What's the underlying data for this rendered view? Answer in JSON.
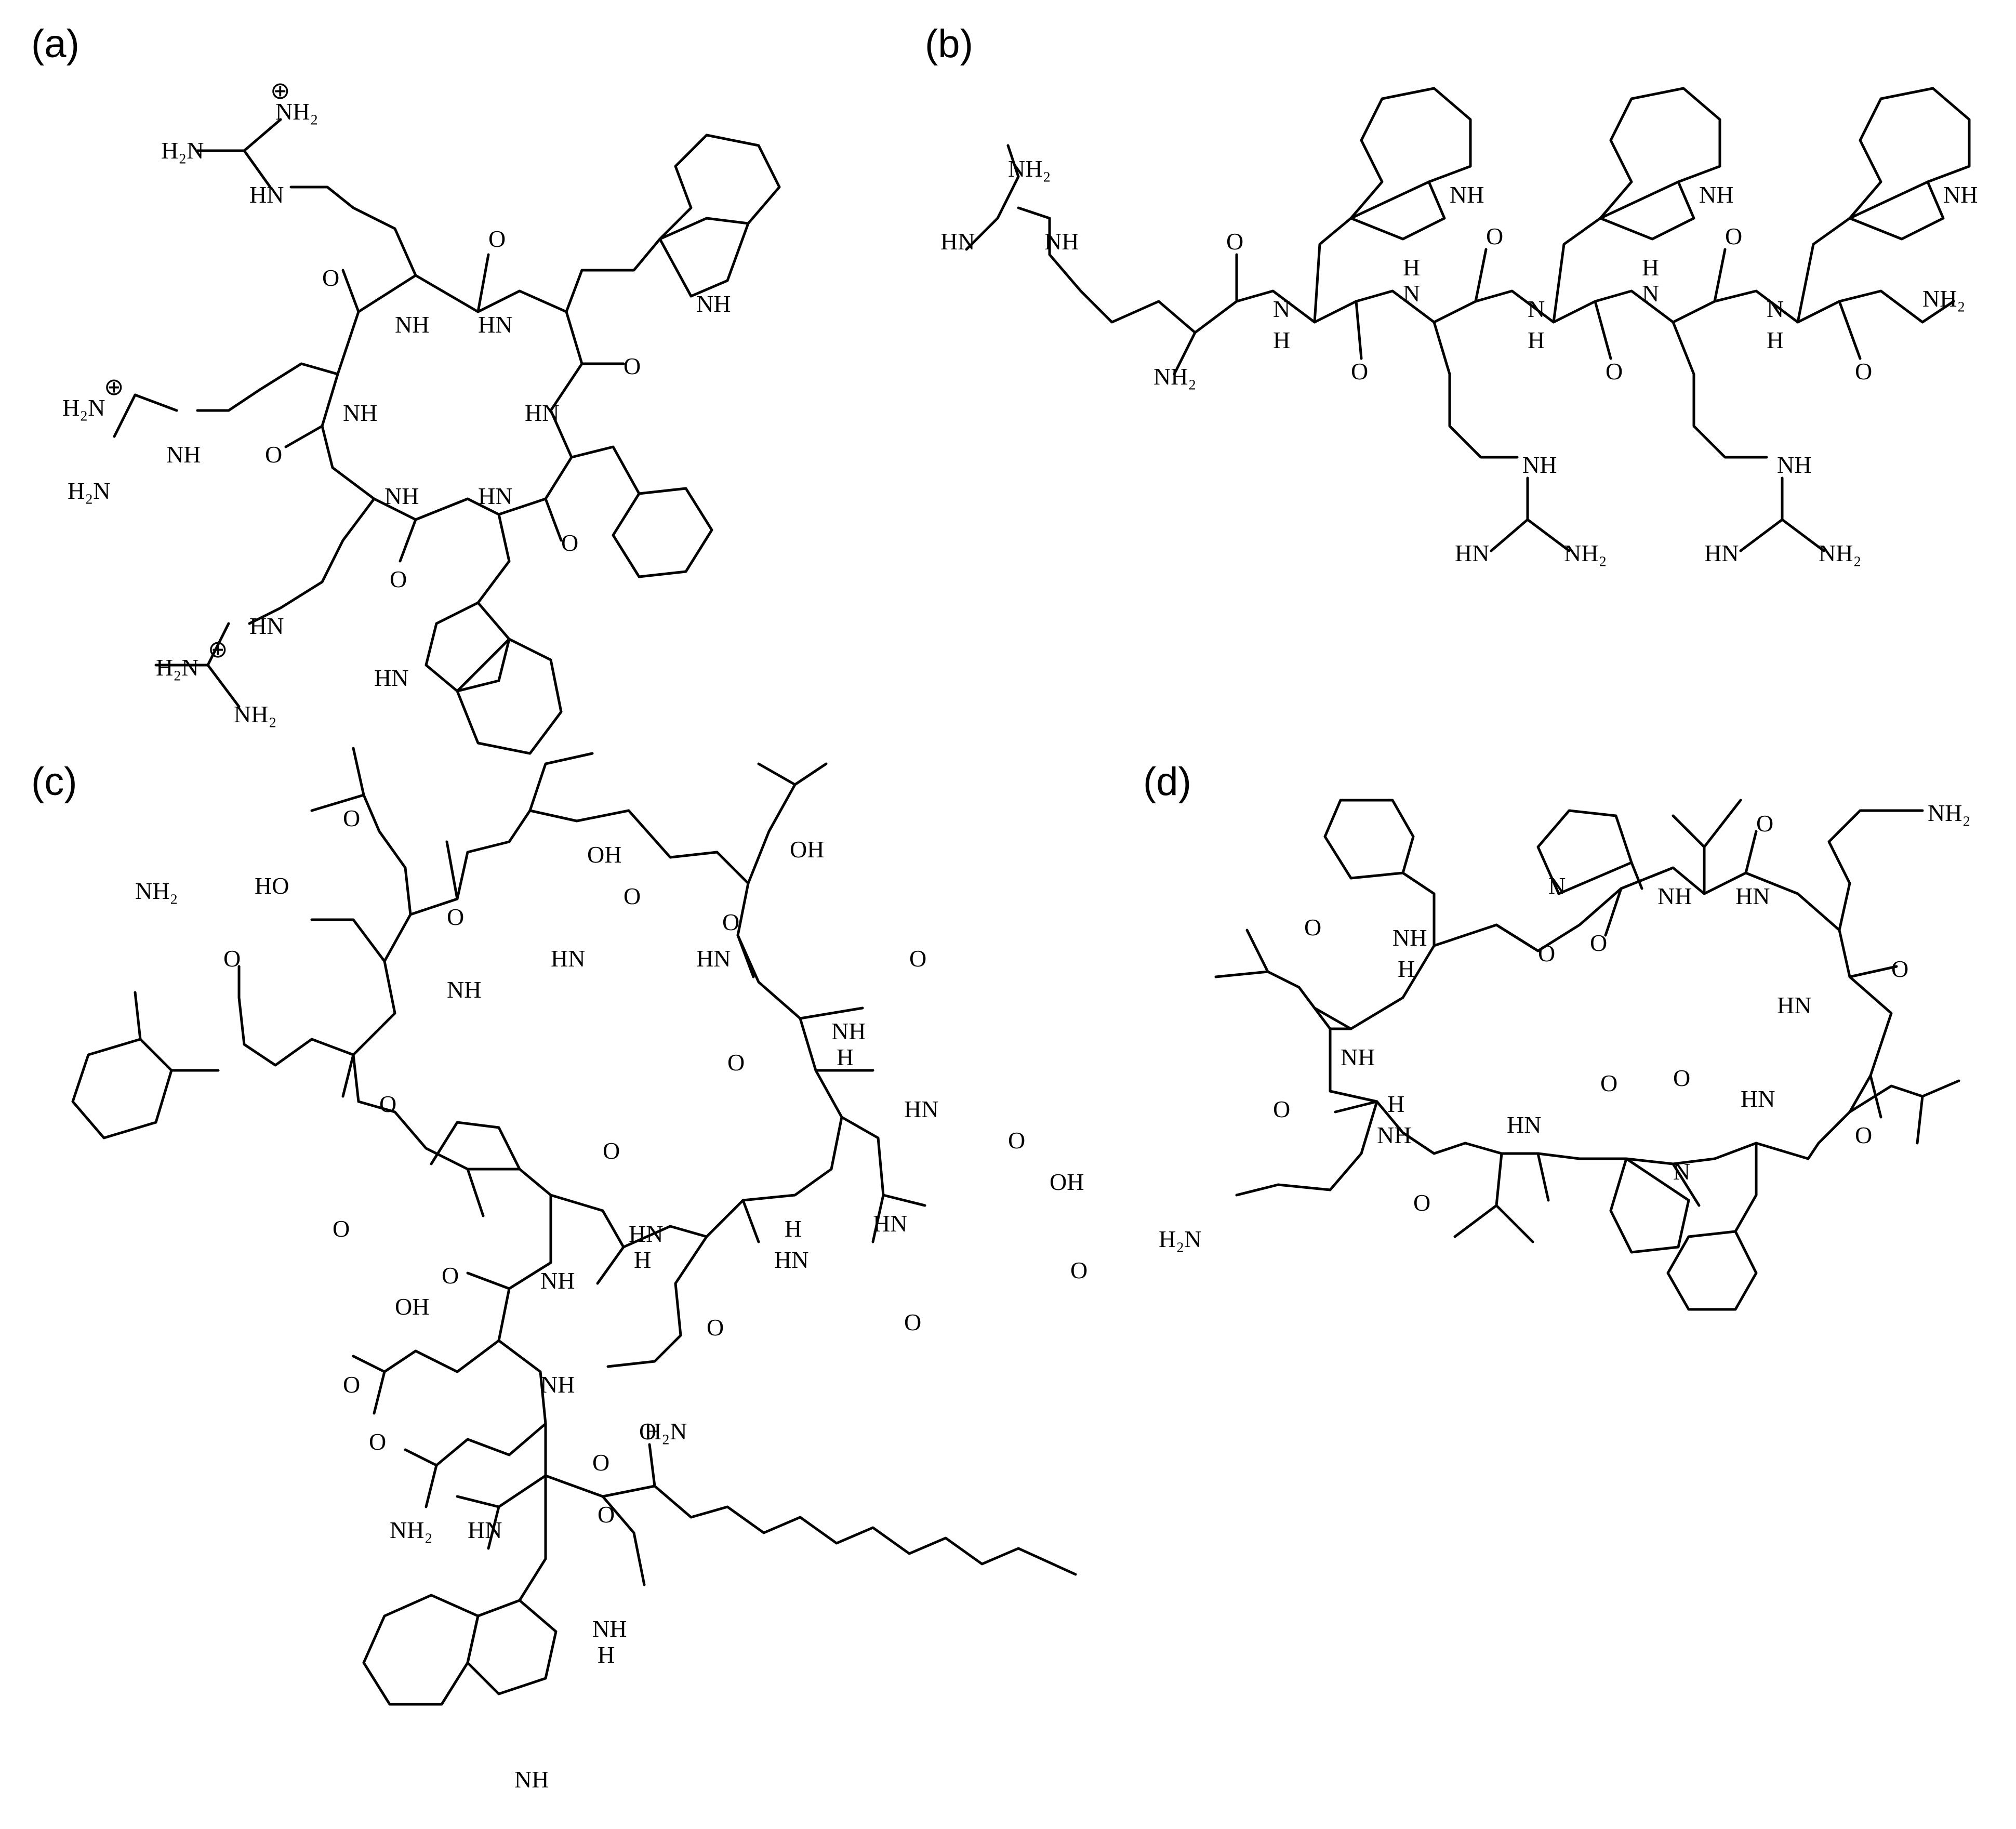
{
  "panels": [
    {
      "id": "a",
      "label": "(a)"
    },
    {
      "id": "b",
      "label": "(b)"
    },
    {
      "id": "c",
      "label": "(c)"
    },
    {
      "id": "d",
      "label": "(d)"
    }
  ],
  "atoms": {
    "NH2": "NH₂",
    "H2N": "H₂N",
    "NH": "NH",
    "HN": "HN",
    "N": "N",
    "O": "O",
    "OH": "OH",
    "HO": "HO",
    "H": "H",
    "plus": "⊕"
  }
}
